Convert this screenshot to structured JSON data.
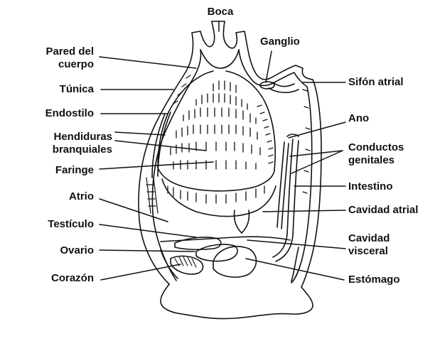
{
  "labels": {
    "boca": "Boca",
    "ganglio": "Ganglio",
    "pared": "Pared del\ncuerpo",
    "tunica": "Túnica",
    "endostilo": "Endostilo",
    "hendiduras": "Hendiduras\nbranquiales",
    "faringe": "Faringe",
    "atrio": "Atrio",
    "testiculo": "Testículo",
    "ovario": "Ovario",
    "corazon": "Corazón",
    "sifon": "Sifón atrial",
    "ano": "Ano",
    "conductos": "Conductos\ngenitales",
    "intestino": "Intestino",
    "cavidad_atrial": "Cavidad atrial",
    "cavidad_visceral": "Cavidad\nvisceral",
    "estomago": "Estómago"
  }
}
